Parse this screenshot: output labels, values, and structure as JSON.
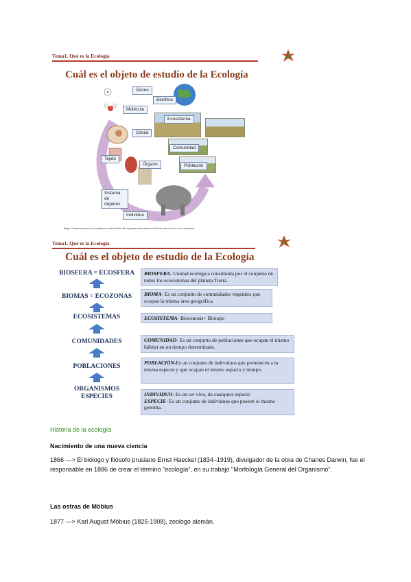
{
  "slide1": {
    "tema": "Tema1. Qué es la Ecología",
    "title": "Cuál es el objeto de estudio de la Ecología",
    "levels": {
      "atomo": "Átomo",
      "biosfera": "Biosfera",
      "molecula": "Molécula",
      "ecosistema": "Ecosistema",
      "celula": "Célula",
      "comunidad": "Comunidad",
      "tejido": "Tejido",
      "organo": "Órgano",
      "poblacion": "Población",
      "sistema": "Sistema de órganos",
      "individuo": "Individuo"
    },
    "source_url": "https://caminosciencia.wordpress.com/niveles-de-organizacion-interna-de-los-seres-vivos-y-la-materia/"
  },
  "slide2": {
    "tema": "Tema1. Qué es la Ecología",
    "title": "Cuál es el objeto de estudio de la Ecología",
    "levels": [
      {
        "name": "BIOSFERA = ECOSFERA",
        "term": "BIOSFERA-",
        "text": " Unidad ecológica constituida por el conjunto de todos los ecosistemas del planeta Tierra"
      },
      {
        "name": "BIOMAS = ECOZONAS",
        "term": "BIOMA-",
        "text": " Es un conjunto de comunidades vegetales que ocupan la misma área geográfica."
      },
      {
        "name": "ECOSISTEMAS",
        "term": "ECOSISTEMA-",
        "text": " Biocenosis+ Biotopo"
      },
      {
        "name": "COMUNIDADES",
        "term": "COMUNIDAD-",
        "text": " Es un conjunto de poblaciones que ocupan el mismo hábitat en un tiempo determinado."
      },
      {
        "name": "POBLACIONES",
        "term": "POBLACIÓN-",
        "text": "Es un conjunto de individuos que pertenecen a la misma especie y que ocupan el mismo espacio y tiempo."
      },
      {
        "name": "ORGANISMOS",
        "name2": "ESPECIES",
        "term": "INDIVIDUO-",
        "text": " Es un ser vivo, de cualquier especie",
        "term2": "ESPECIE-",
        "text2": " Es un conjunto de individuos que poseen el mismo genoma."
      }
    ]
  },
  "section": {
    "heading": "Historia de la ecología",
    "sub1": "Nacimiento de una nueva ciencia",
    "para1": "1866 —> El biólogo y filósofo prusiano Ernst Haeckel (1834–1919), divulgador de la obra de Charles Darwin, fue el responsable en 1886 de crear el término \"ecología\", en su trabajo \"Morfología General del Organismo\".",
    "sub2": "Las ostras de Möbius",
    "para2": "1877 —> Karl August Möbius (1825-1908), zoologo alemán."
  },
  "colors": {
    "title": "#8a3a1a",
    "rule": "#b33a2a",
    "level_name": "#1d2f5a",
    "def_box": "#d3dcee",
    "arrow": "#4a7bc4",
    "heading_green": "#2e8b1a"
  },
  "icons": [
    "leaf-logo-icon",
    "up-arrow-icon"
  ]
}
